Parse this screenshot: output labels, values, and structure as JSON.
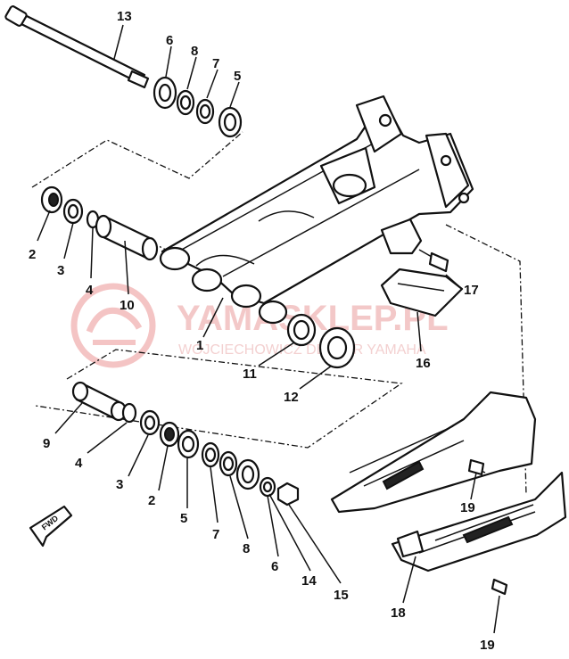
{
  "watermark": {
    "brand": "YAMASKLEP.PL",
    "subtitle": "WOJCIECHOWICZ DEALER YAMAHA"
  },
  "direction_badge": "FWD",
  "callouts": [
    {
      "id": "c13a",
      "text": "13"
    },
    {
      "id": "c6a",
      "text": "6"
    },
    {
      "id": "c8a",
      "text": "8"
    },
    {
      "id": "c7a",
      "text": "7"
    },
    {
      "id": "c5a",
      "text": "5"
    },
    {
      "id": "c2a",
      "text": "2"
    },
    {
      "id": "c3a",
      "text": "3"
    },
    {
      "id": "c4a",
      "text": "4"
    },
    {
      "id": "c10",
      "text": "10"
    },
    {
      "id": "c1",
      "text": "1"
    },
    {
      "id": "c11",
      "text": "11"
    },
    {
      "id": "c12",
      "text": "12"
    },
    {
      "id": "c16",
      "text": "16"
    },
    {
      "id": "c17",
      "text": "17"
    },
    {
      "id": "c9",
      "text": "9"
    },
    {
      "id": "c4b",
      "text": "4"
    },
    {
      "id": "c3b",
      "text": "3"
    },
    {
      "id": "c2b",
      "text": "2"
    },
    {
      "id": "c5b",
      "text": "5"
    },
    {
      "id": "c7b",
      "text": "7"
    },
    {
      "id": "c8b",
      "text": "8"
    },
    {
      "id": "c6b",
      "text": "6"
    },
    {
      "id": "c14",
      "text": "14"
    },
    {
      "id": "c15",
      "text": "15"
    },
    {
      "id": "c19a",
      "text": "19"
    },
    {
      "id": "c18",
      "text": "18"
    },
    {
      "id": "c19b",
      "text": "19"
    }
  ]
}
